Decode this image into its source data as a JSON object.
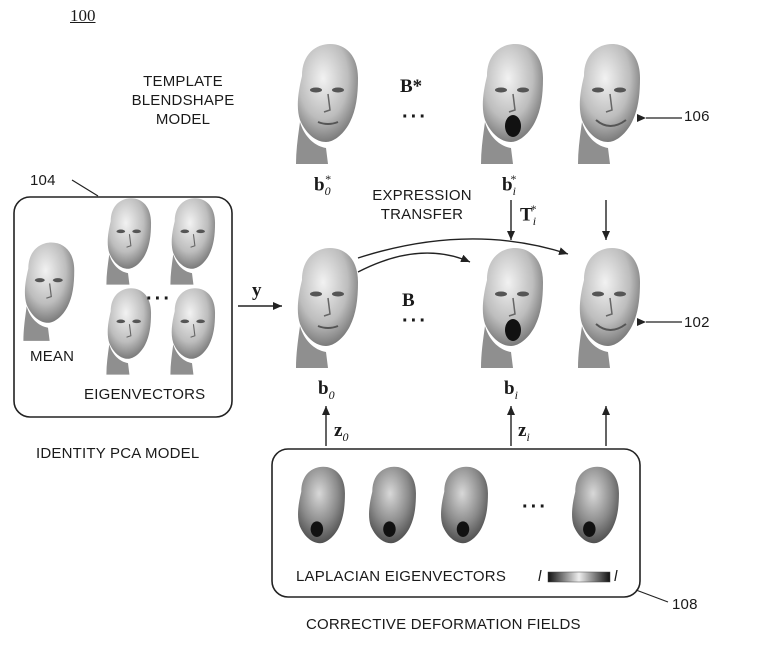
{
  "figure_number": "100",
  "template": {
    "title_lines": [
      "TEMPLATE",
      "BLENDSHAPE",
      "MODEL"
    ],
    "symbol": "B*",
    "ref": "106",
    "b0": {
      "base": "b",
      "sub": "0",
      "sup": "*"
    },
    "bi": {
      "base": "b",
      "sub": "i",
      "sup": "*"
    }
  },
  "expression_transfer": {
    "lines": [
      "EXPRESSION",
      "TRANSFER"
    ],
    "symbol": {
      "base": "T",
      "sub": "i",
      "sup": "*"
    }
  },
  "identity_pca": {
    "ref": "104",
    "mean_label": "MEAN",
    "eigenvectors_label": "EIGENVECTORS",
    "caption": "IDENTITY PCA MODEL",
    "input_symbol": "y"
  },
  "blendshape": {
    "symbol": "B",
    "ref": "102",
    "b0": {
      "base": "b",
      "sub": "0"
    },
    "bi": {
      "base": "b",
      "sub": "i"
    }
  },
  "corrective": {
    "z0": {
      "base": "z",
      "sub": "0"
    },
    "zi": {
      "base": "z",
      "sub": "i"
    },
    "eigen_label": "LAPLACIAN EIGENVECTORS",
    "colorbar_left": "l",
    "colorbar_right": "l",
    "ref": "108",
    "caption": "CORRECTIVE DEFORMATION FIELDS"
  },
  "ellipsis": "···"
}
